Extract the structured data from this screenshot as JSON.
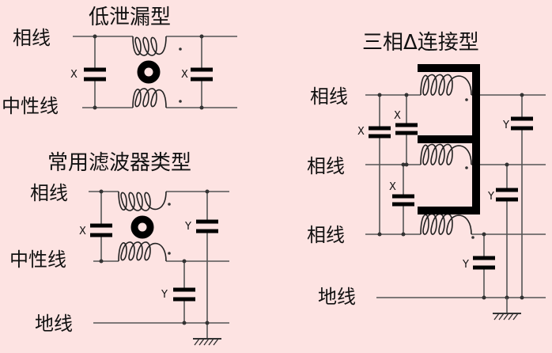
{
  "diagrams": {
    "low_leakage": {
      "title": "低泄漏型",
      "line_phase": "相线",
      "line_neutral": "中性线",
      "cap_x": "X"
    },
    "common_filter": {
      "title": "常用滤波器类型",
      "line_phase": "相线",
      "line_neutral": "中性线",
      "line_ground": "地线",
      "cap_x": "X",
      "cap_y1": "Y",
      "cap_y2": "Y"
    },
    "three_phase_delta": {
      "title": "三相Δ连接型",
      "line_phase1": "相线",
      "line_phase2": "相线",
      "line_phase3": "相线",
      "line_ground": "地线",
      "cap_x1": "X",
      "cap_x2": "X",
      "cap_x3": "X",
      "cap_y1": "Y",
      "cap_y2": "Y",
      "cap_y3": "Y"
    }
  }
}
